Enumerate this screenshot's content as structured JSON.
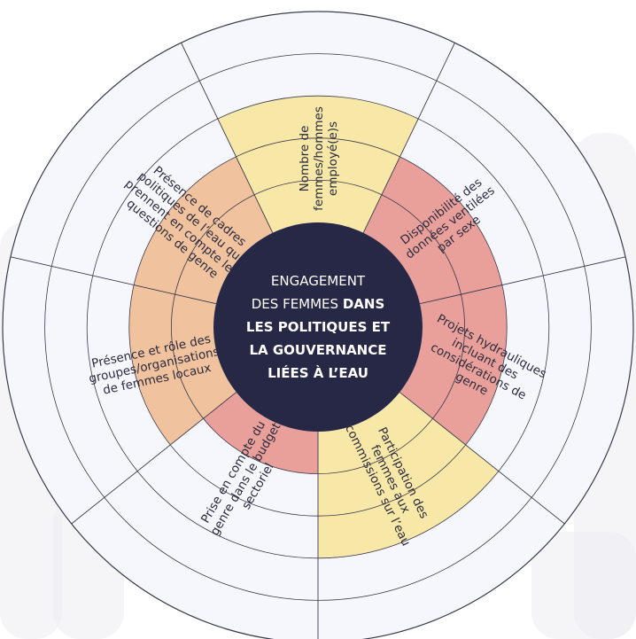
{
  "center": {
    "lines": [
      [
        {
          "text": "ENGAGEMENT",
          "bold": false
        }
      ],
      [
        {
          "text": "DES FEMMES ",
          "bold": false
        },
        {
          "text": "DANS",
          "bold": true
        }
      ],
      [
        {
          "text": "LES POLITIQUES ET",
          "bold": true
        }
      ],
      [
        {
          "text": "LA GOUVERNANCE",
          "bold": true
        }
      ],
      [
        {
          "text": "LIÉES À L’EAU",
          "bold": true
        }
      ]
    ],
    "color": "#262846"
  },
  "rings": 5,
  "segments": [
    {
      "id": "employes",
      "level": 3,
      "color": "#f8e8a8",
      "label": [
        "Nombre de",
        "femmes/hommes",
        "employé(e)s"
      ]
    },
    {
      "id": "donnees",
      "level": 2,
      "color": "#e9a09a",
      "label": [
        "Disponibilité des",
        "données ventilées",
        "par sexe"
      ]
    },
    {
      "id": "projets",
      "level": 2,
      "color": "#e9a09a",
      "label": [
        "Projets hydrauliques",
        "incluant des",
        "considérations de",
        "genre"
      ]
    },
    {
      "id": "commissions",
      "level": 3,
      "color": "#f8e8a8",
      "label": [
        "Participation des",
        "femmes aux",
        "commissions sur l’eau"
      ]
    },
    {
      "id": "budget",
      "level": 1,
      "color": "#e9a09a",
      "label": [
        "Prise en compte du",
        "genre dans le budget",
        "sectoriel"
      ]
    },
    {
      "id": "groupes",
      "level": 2,
      "color": "#f0c29e",
      "label": [
        "Présence et rôle des",
        "groupes/organisations",
        "de femmes locaux"
      ]
    },
    {
      "id": "cadres",
      "level": 2,
      "color": "#f0c29e",
      "label": [
        "Présence de cadres",
        "politiques de l’eau qui",
        "prennent en compte les",
        "questions de genre"
      ]
    }
  ],
  "colors": {
    "ring_bg": "#f6f7fc",
    "line": "#3a3a4e",
    "backdrop": "#ececf3"
  }
}
